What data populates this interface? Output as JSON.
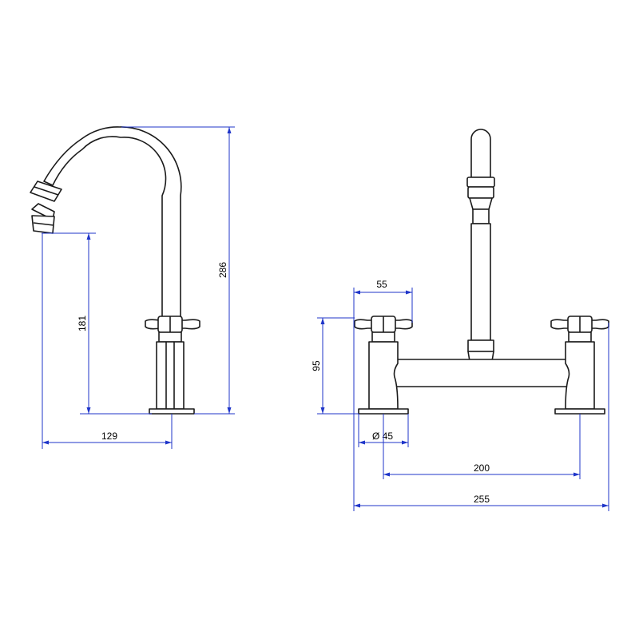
{
  "colors": {
    "dimension_line": "#1f35c9",
    "outline": "#1a1a1a",
    "background": "#ffffff"
  },
  "side_view": {
    "dimensions": {
      "total_height": "286",
      "spout_height": "181",
      "spout_reach": "129"
    }
  },
  "front_view": {
    "dimensions": {
      "handle_width": "55",
      "height": "95",
      "base_diameter": "Ø 45",
      "center_distance": "200",
      "total_width": "255"
    }
  }
}
